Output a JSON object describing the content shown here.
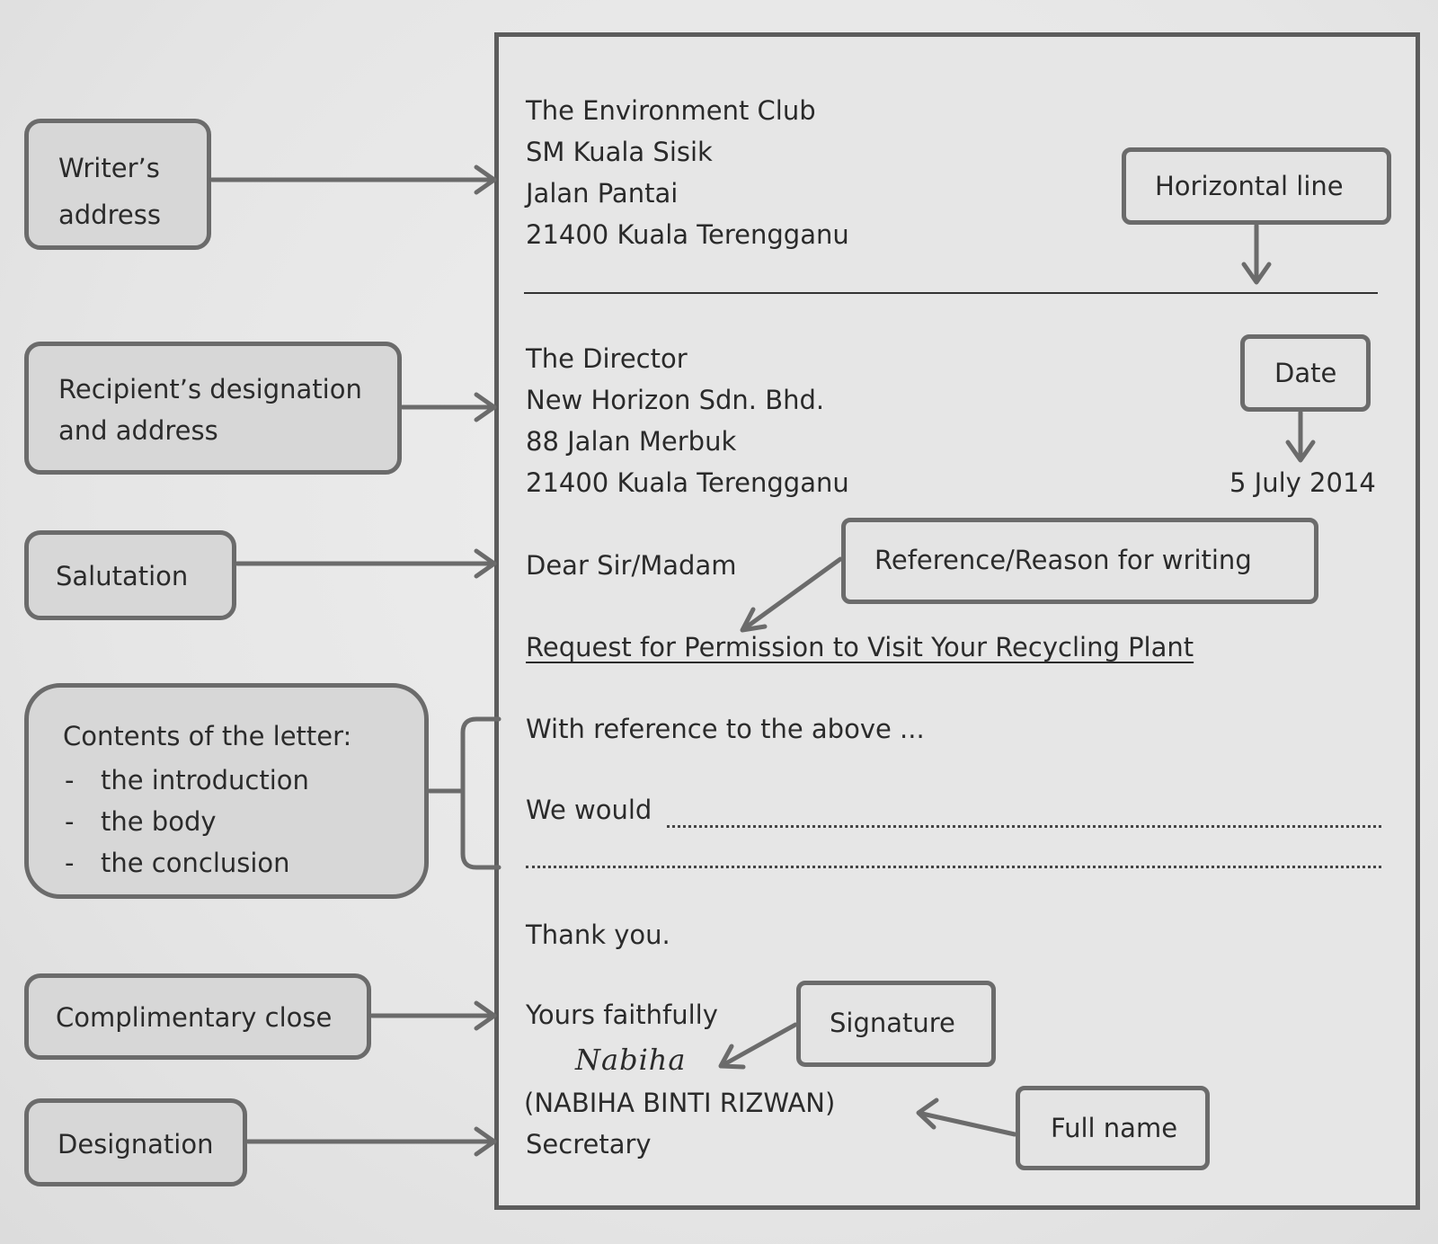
{
  "letter": {
    "writer_address": [
      "The Environment Club",
      "SM Kuala Sisik",
      "Jalan Pantai",
      "21400 Kuala Terengganu"
    ],
    "recipient_address": [
      "The Director",
      "New Horizon Sdn. Bhd.",
      "88 Jalan Merbuk",
      "21400 Kuala Terengganu"
    ],
    "date": "5 July 2014",
    "salutation": "Dear Sir/Madam",
    "reference": "Request for Permission to Visit Your Recycling Plant",
    "body_line_1": "With reference to the above ...",
    "body_line_2": "We would",
    "thank_you": "Thank you.",
    "complimentary_close": "Yours faithfully",
    "signature": "Nabiha",
    "full_name": "(NABIHA BINTI RIZWAN)",
    "designation": "Secretary"
  },
  "labels": {
    "writers_address": [
      "Writer’s",
      "address"
    ],
    "recipient": [
      "Recipient’s designation",
      "and address"
    ],
    "salutation": "Salutation",
    "contents_title": "Contents of the letter:",
    "contents_items": [
      "the introduction",
      "the body",
      "the conclusion"
    ],
    "complimentary_close": "Complimentary close",
    "designation": "Designation",
    "horizontal_line": "Horizontal line",
    "date": "Date",
    "reference": "Reference/Reason for writing",
    "signature": "Signature",
    "full_name": "Full name"
  }
}
